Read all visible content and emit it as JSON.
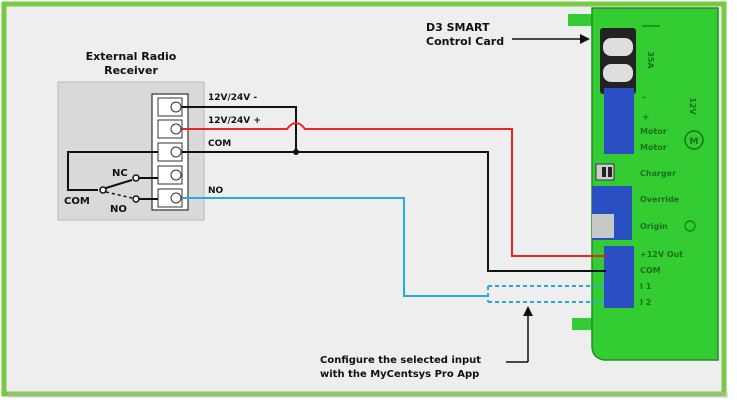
{
  "receiver": {
    "title_line1": "External Radio",
    "title_line2": "Receiver",
    "nc_label": "NC",
    "com_label": "COM",
    "no_label": "NO"
  },
  "terminals": {
    "t1": "12V/24V -",
    "t2": "12V/24V +",
    "t3": "COM",
    "t5": "NO"
  },
  "card": {
    "title_line1": "D3 SMART",
    "title_line2": "Control Card",
    "fuse_label": "35A",
    "v12_label": "12V",
    "motor1": "Motor",
    "motor2": "Motor",
    "m_icon": "M",
    "charger": "Charger",
    "override": "Override",
    "origin": "Origin",
    "plus12_out": "+12V Out",
    "com": "COM",
    "i1": "I 1",
    "i2": "I 2"
  },
  "callout": {
    "line1": "Configure the selected input",
    "line2": "with the MyCentsys Pro App"
  },
  "colors": {
    "frame": "#7ac943",
    "board": "#33cc33",
    "board_dark": "#1f8f1f",
    "terminal_blue": "#2a4fc2",
    "wire_red": "#e8242b",
    "wire_black": "#111111",
    "wire_blue": "#27a9e1",
    "receiver_bg": "#d9d9d9"
  }
}
